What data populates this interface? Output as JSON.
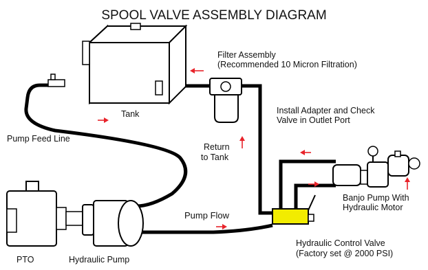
{
  "title": "SPOOL VALVE ASSEMBLY DIAGRAM",
  "labels": {
    "tank": "Tank",
    "filter_line1": "Filter Assembly",
    "filter_line2": "(Recommended 10 Micron Filtration)",
    "adapter_line1": "Install Adapter and Check",
    "adapter_line2": "Valve in Outlet Port",
    "pump_feed_line": "Pump Feed Line",
    "return_line1": "Return",
    "return_line2": "to Tank",
    "banjo_line1": "Banjo Pump With",
    "banjo_line2": "Hydraulic Motor",
    "pump_flow": "Pump Flow",
    "control_line1": "Hydraulic Control Valve",
    "control_line2": "(Factory set @ 2000 PSI)",
    "pto": "PTO",
    "hydraulic_pump": "Hydraulic Pump"
  },
  "colors": {
    "flow_arrow": "#e8232a",
    "control_valve": "#f2ec00",
    "pipe": "#000000"
  }
}
